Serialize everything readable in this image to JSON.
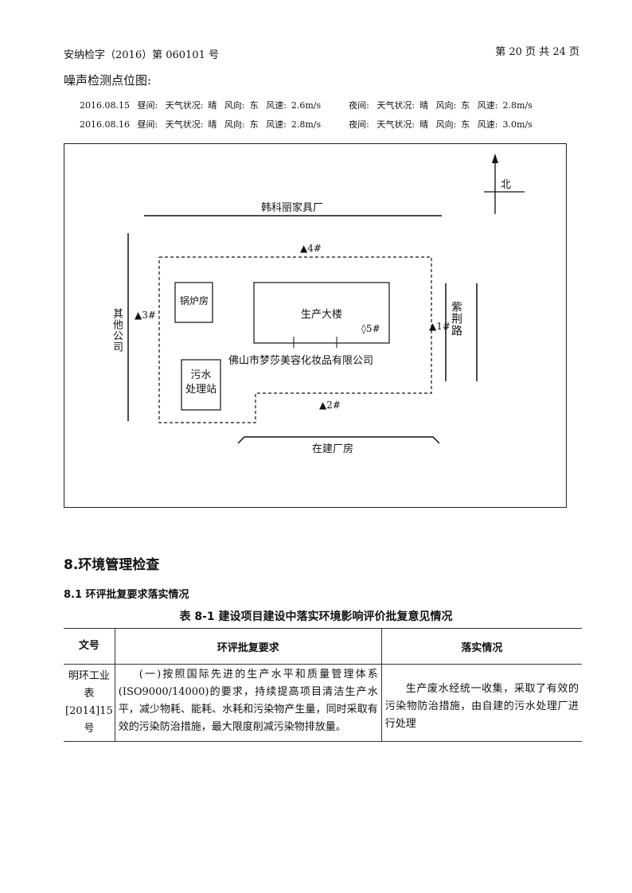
{
  "header": {
    "doc_no": "安纳检字（2016）第 060101 号",
    "page_info": "第 20 页 共 24 页"
  },
  "section_title": "噪声检测点位图:",
  "weather": [
    {
      "date": "2016.08.15",
      "day": {
        "label": "昼间:",
        "sky_label": "天气状况:",
        "sky": "晴",
        "dir_label": "风向:",
        "dir": "东",
        "speed_label": "风速:",
        "speed": "2.6m/s"
      },
      "night": {
        "label": "夜间:",
        "sky_label": "天气状况:",
        "sky": "晴",
        "dir_label": "风向:",
        "dir": "东",
        "speed_label": "风速:",
        "speed": "2.8m/s"
      }
    },
    {
      "date": "2016.08.16",
      "day": {
        "label": "昼间:",
        "sky_label": "天气状况:",
        "sky": "晴",
        "dir_label": "风向:",
        "dir": "东",
        "speed_label": "风速:",
        "speed": "2.8m/s"
      },
      "night": {
        "label": "夜间:",
        "sky_label": "天气状况:",
        "sky": "晴",
        "dir_label": "风向:",
        "dir": "东",
        "speed_label": "风速:",
        "speed": "3.0m/s"
      }
    }
  ],
  "map": {
    "north": "北",
    "top_neighbor": "韩科丽家具厂",
    "left_neighbor": "其他公司",
    "right_road": "紫荆路",
    "bottom_neighbor": "在建厂房",
    "boiler": "锅炉房",
    "production": "生产大楼",
    "sewage_1": "污水",
    "sewage_2": "处理站",
    "company": "佛山市梦莎美容化妆品有限公司",
    "points": {
      "p1": "▲1#",
      "p2": "▲2#",
      "p3": "▲3#",
      "p4": "▲4#",
      "p5": "◊5#"
    }
  },
  "section8": {
    "title": "8.环境管理检查",
    "sub": "8.1 环评批复要求落实情况",
    "caption": "表 8-1 建设项目建设中落实环境影响评价批复意见情况",
    "table": {
      "headers": [
        "文号",
        "环评批复要求",
        "落实情况"
      ],
      "rows": [
        {
          "doc_no": "明环工业表[2014]15 号",
          "requirement": "(一)按照国际先进的生产水平和质量管理体系(ISO9000/14000)的要求，持续提高项目清洁生产水平，减少物耗、能耗、水耗和污染物产生量，同时采取有效的污染防治措施，最大限度削减污染物排放量。",
          "status": "生产废水经统一收集，采取了有效的污染物防治措施，由自建的污水处理厂进行处理"
        }
      ]
    }
  }
}
